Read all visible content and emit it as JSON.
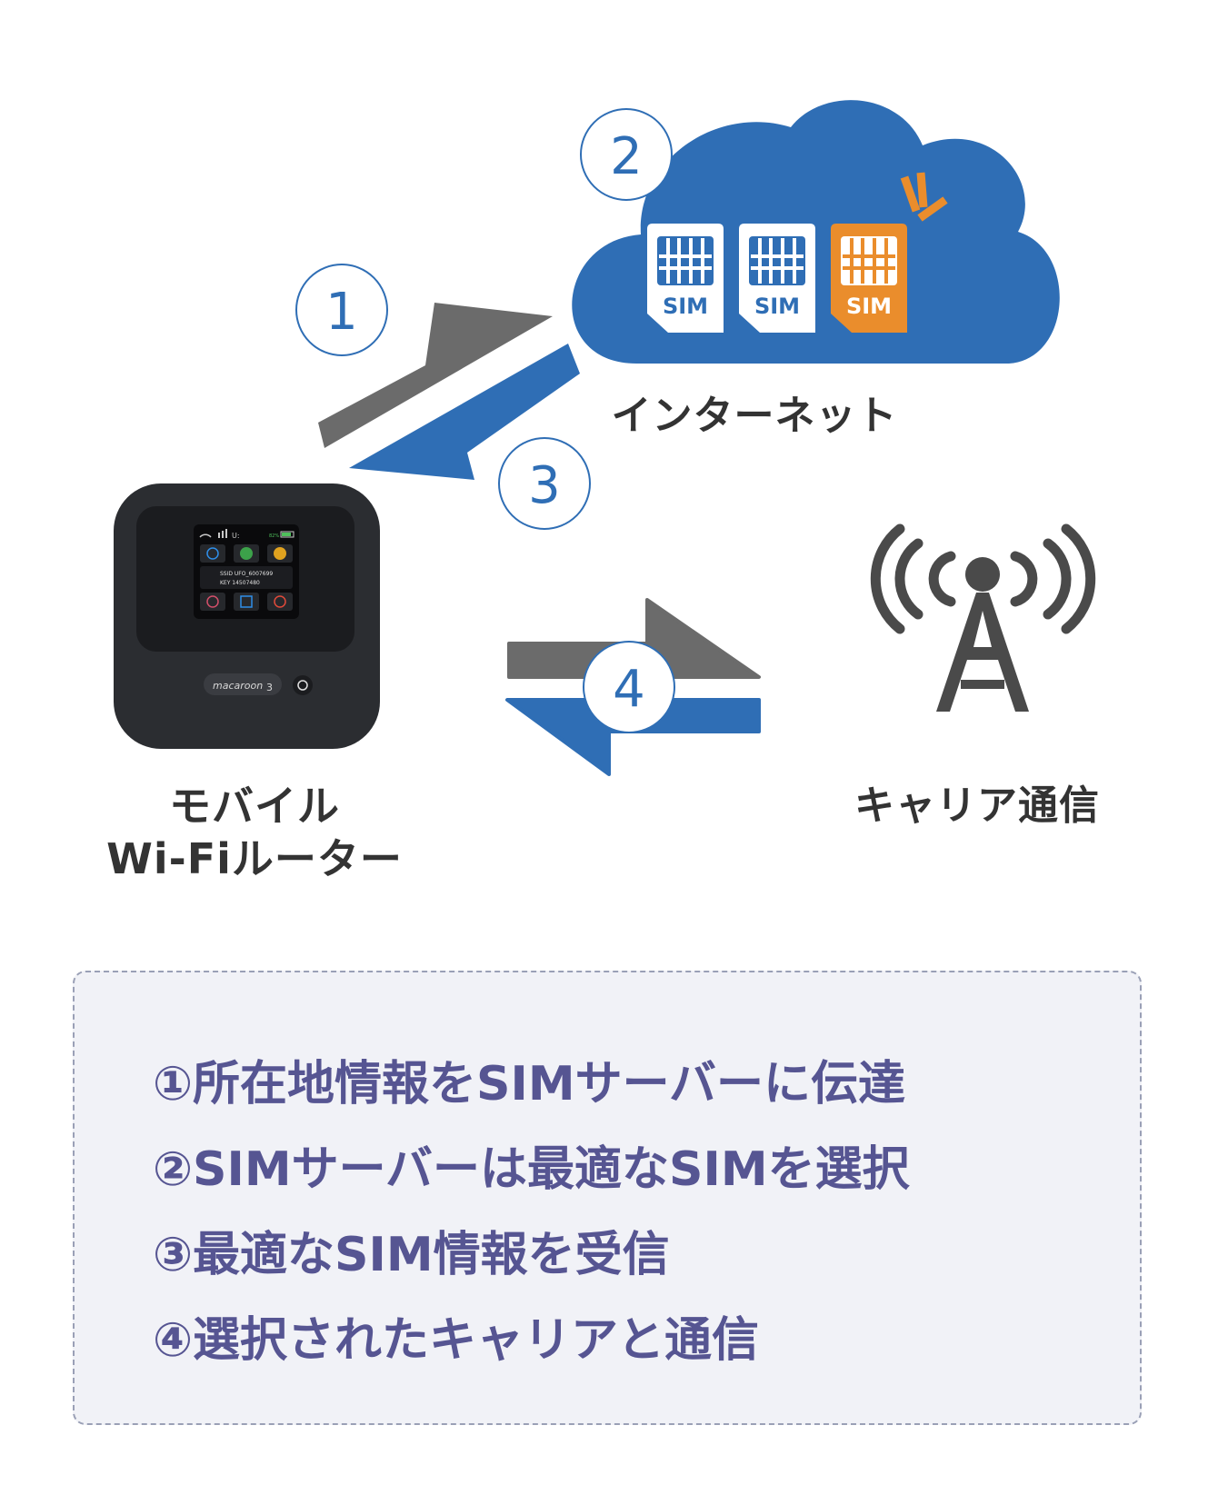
{
  "diagram": {
    "nodes": {
      "internet": "インターネット",
      "router_line1": "モバイル",
      "router_line2": "Wi-Fiルーター",
      "carrier": "キャリア通信"
    },
    "step_markers": [
      "1",
      "2",
      "3",
      "4"
    ],
    "sim_cards": [
      {
        "label": "SIM",
        "state": "default"
      },
      {
        "label": "SIM",
        "state": "default"
      },
      {
        "label": "SIM",
        "state": "selected"
      }
    ],
    "device": {
      "brand": "macaroon",
      "model_mark": "3",
      "ssid_row": "SSID UFO_6007699",
      "key_row": "KEY 14507480",
      "battery": "82%"
    }
  },
  "steps": [
    "①所在地情報をSIMサーバーに伝達",
    "②SIMサーバーは最適なSIMを選択",
    "③最適なSIM情報を受信",
    "④選択されたキャリアと通信"
  ],
  "colors": {
    "blue": "#2f6eb5",
    "gray": "#6b6b6b",
    "orange": "#ea8d2c",
    "text_dark": "#333333",
    "steps_text": "#565592",
    "box_bg": "#f1f2f7"
  }
}
